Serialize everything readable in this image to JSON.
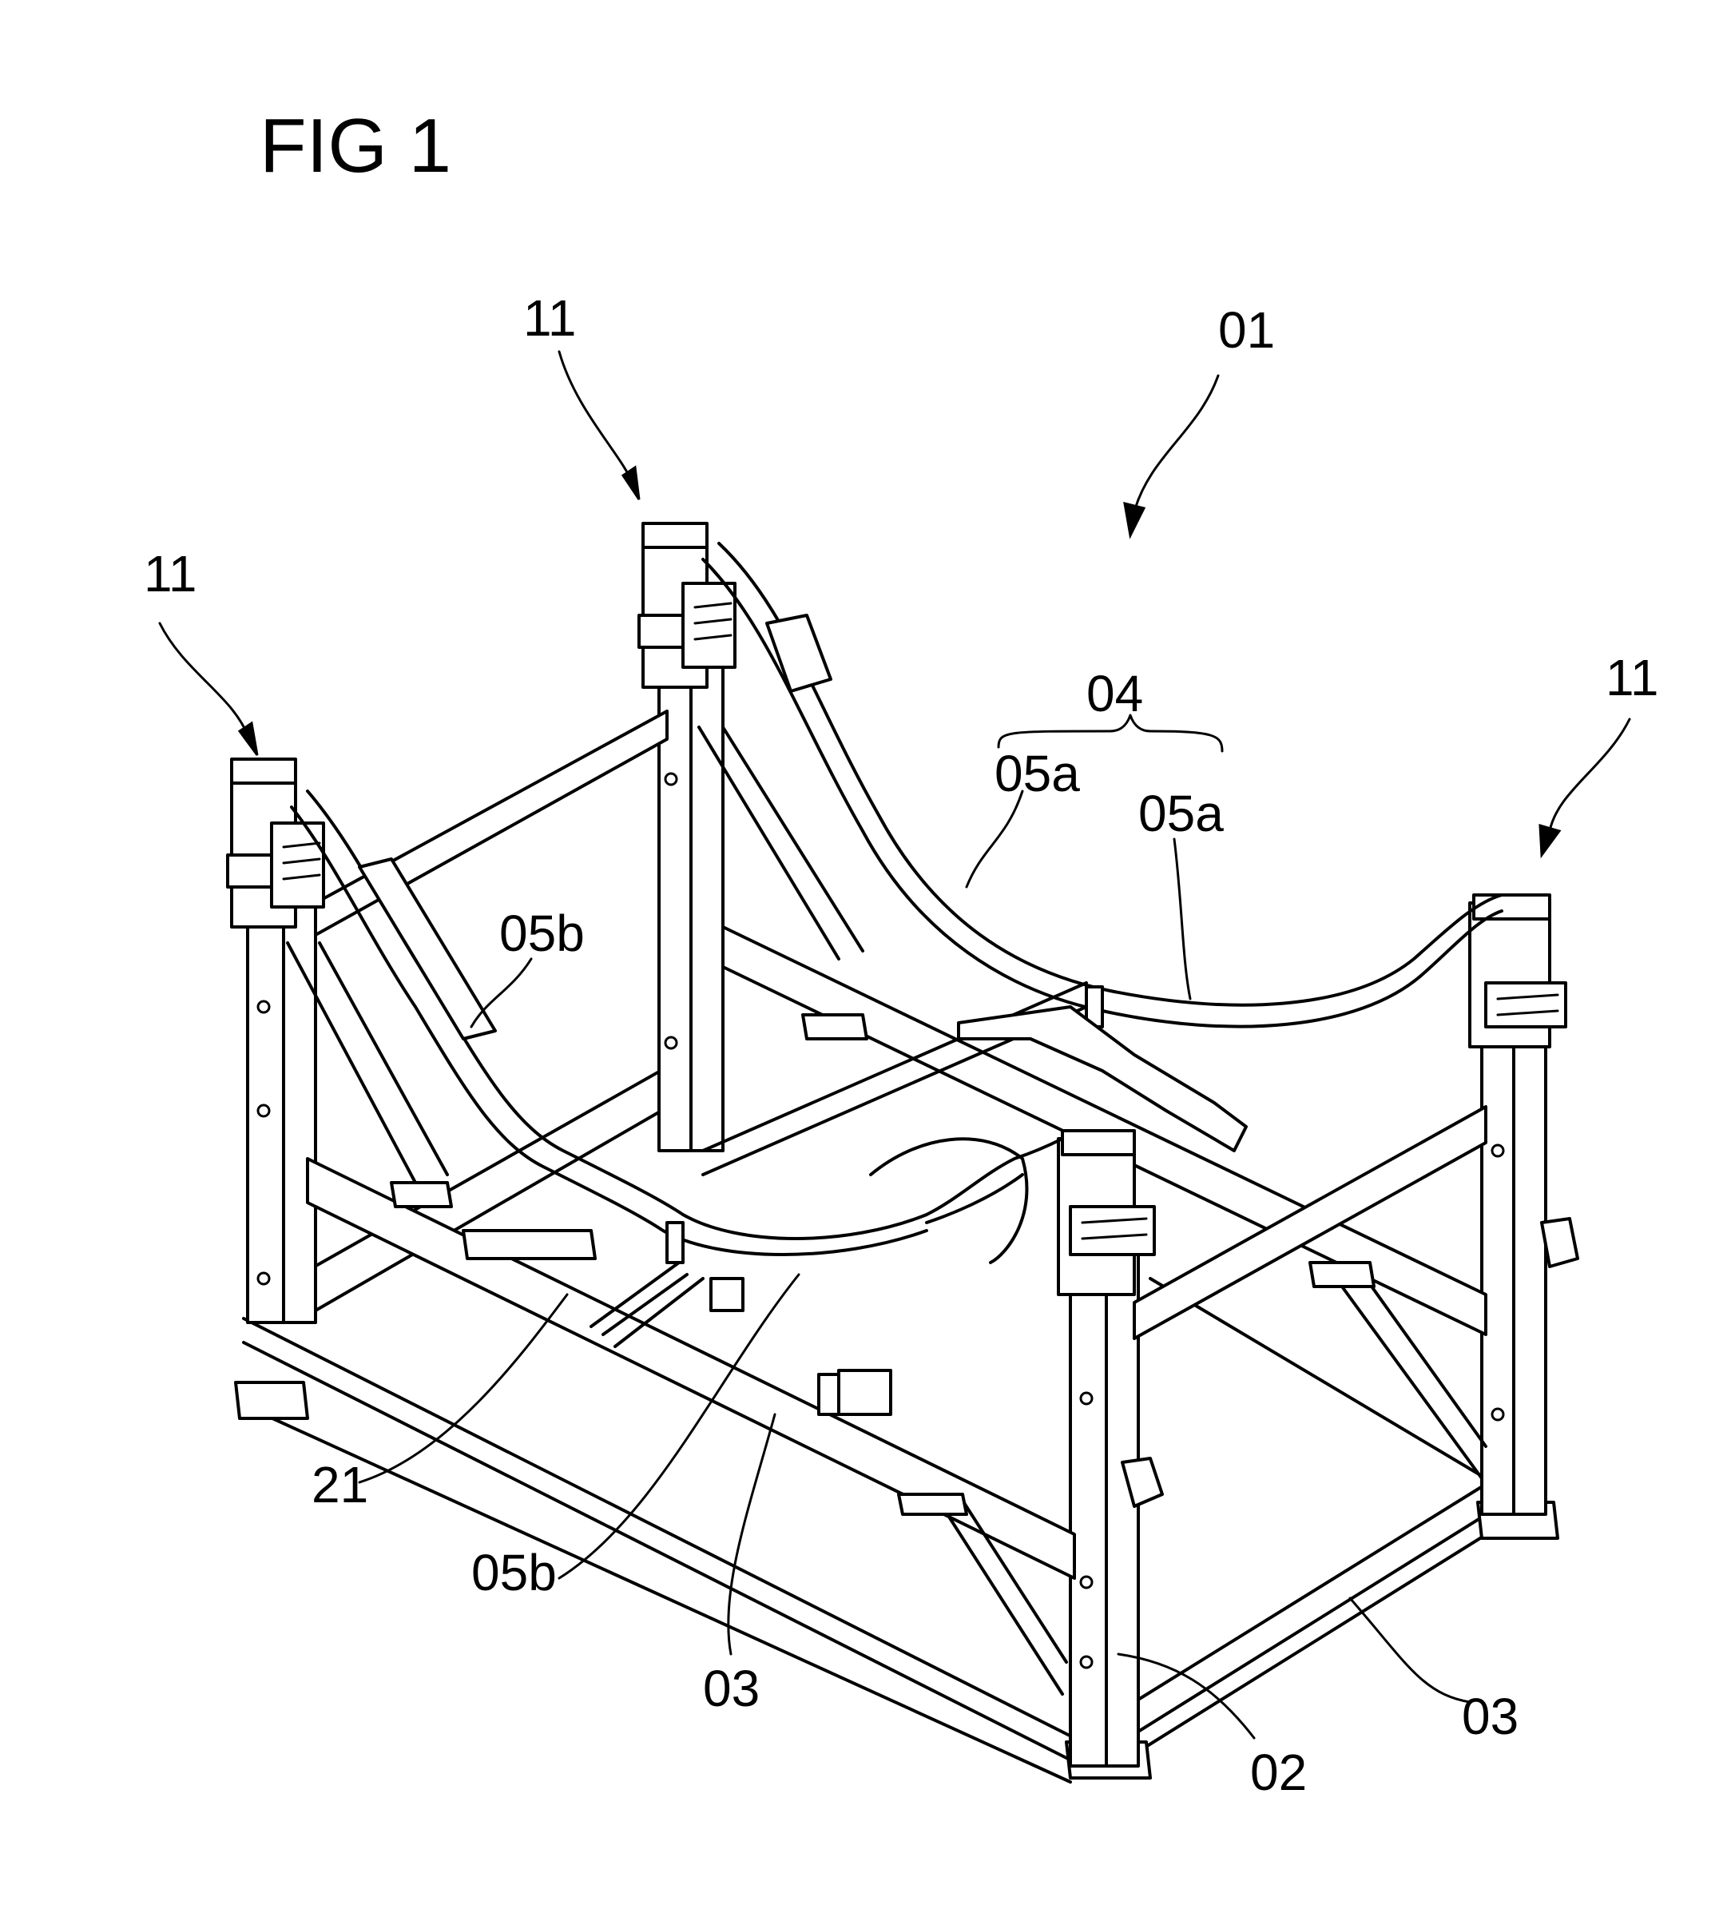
{
  "figure_title": "FIG 1",
  "labels": {
    "frame_01": "01",
    "corner_11_left": "11",
    "corner_11_rear": "11",
    "corner_11_right": "11",
    "group_04": "04",
    "rail_05a_left": "05a",
    "rail_05a_right": "05a",
    "rail_05b_upper": "05b",
    "rail_05b_lower": "05b",
    "part_21": "21",
    "beam_03_front": "03",
    "beam_03_right": "03",
    "post_02": "02"
  },
  "colors": {
    "ink": "#000000",
    "paper": "#ffffff"
  }
}
